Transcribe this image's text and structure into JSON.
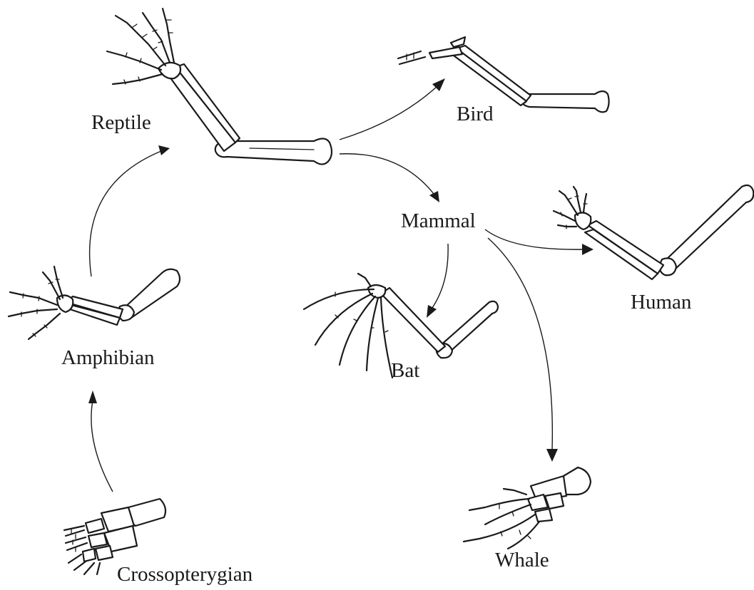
{
  "labels": {
    "reptile": "Reptile",
    "bird": "Bird",
    "mammal": "Mammal",
    "human": "Human",
    "bat": "Bat",
    "whale": "Whale",
    "amphibian": "Amphibian",
    "crossopterygian": "Crossopterygian"
  },
  "relations": [
    {
      "from": "crossopterygian",
      "to": "amphibian"
    },
    {
      "from": "amphibian",
      "to": "reptile"
    },
    {
      "from": "reptile",
      "to": "bird"
    },
    {
      "from": "reptile",
      "to": "mammal"
    },
    {
      "from": "mammal",
      "to": "human"
    },
    {
      "from": "mammal",
      "to": "bat"
    },
    {
      "from": "mammal",
      "to": "whale"
    }
  ]
}
